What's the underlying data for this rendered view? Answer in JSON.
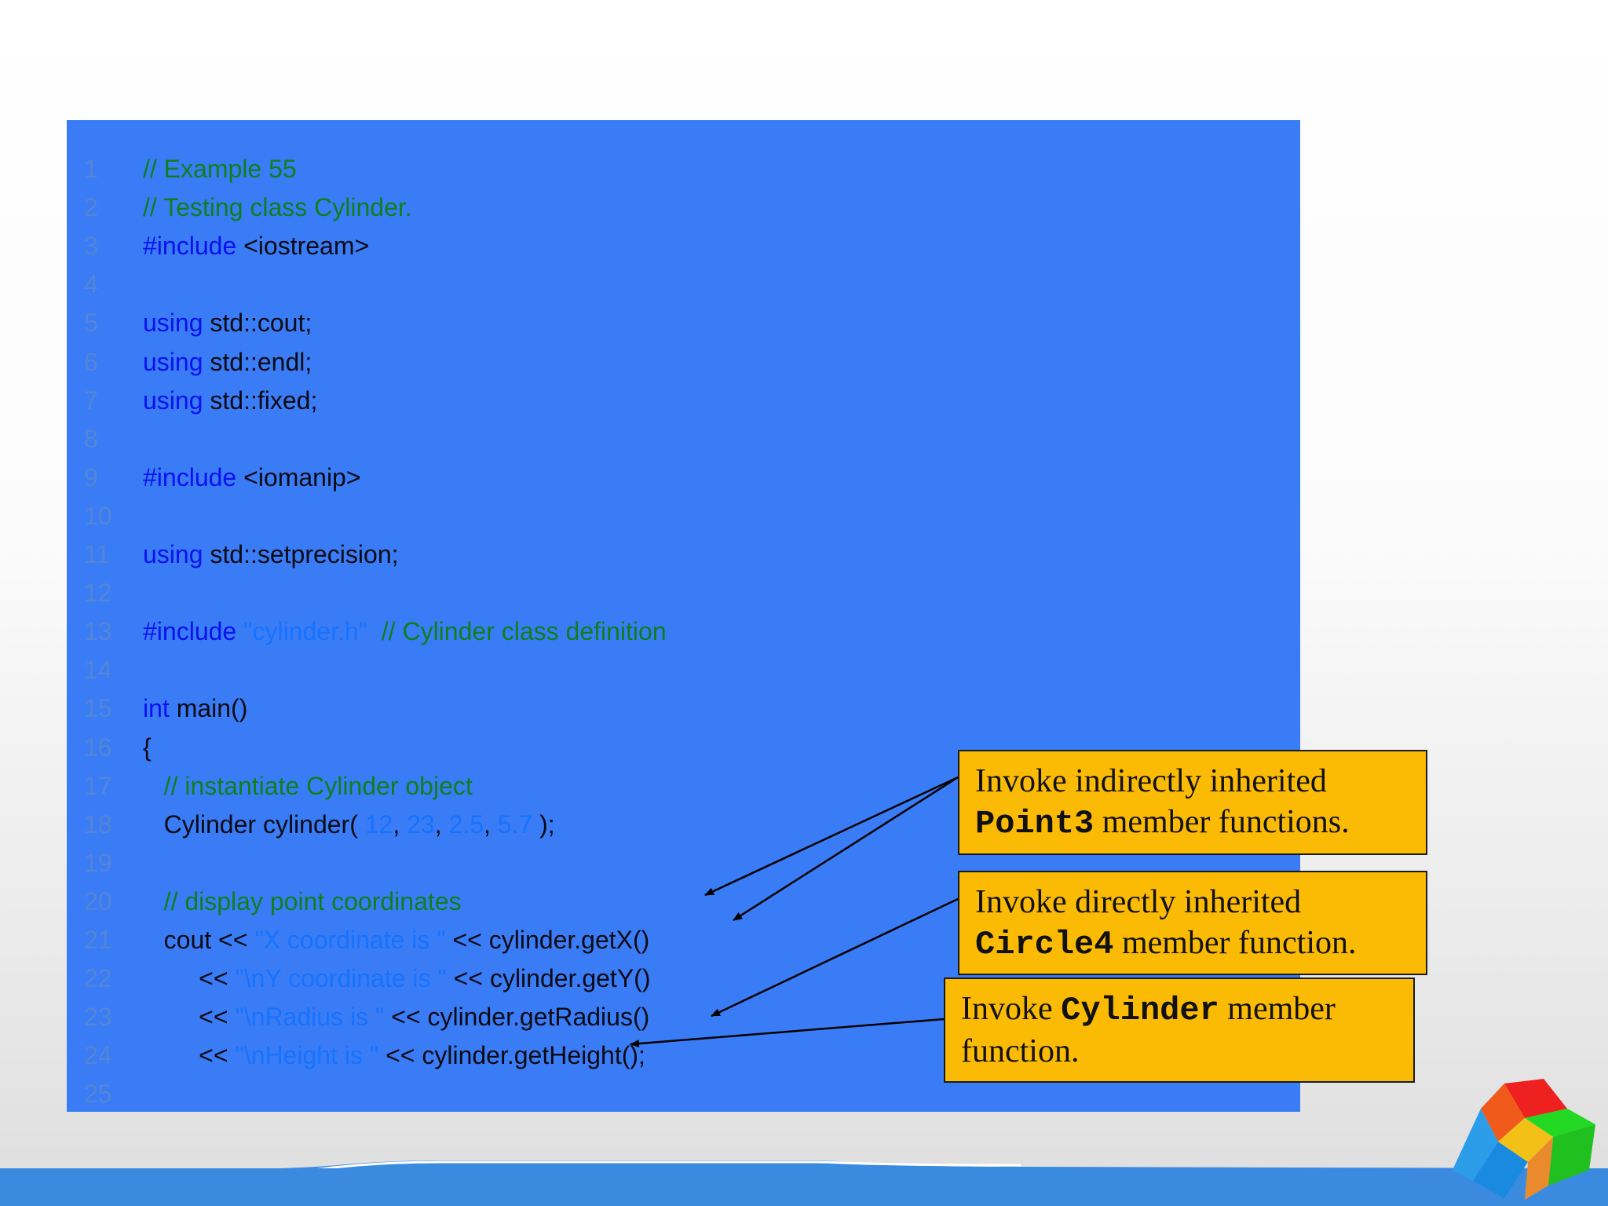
{
  "code": {
    "lines": [
      {
        "n": "1",
        "parts": [
          {
            "t": "// Example 55",
            "c": "cm"
          }
        ]
      },
      {
        "n": "2",
        "parts": [
          {
            "t": "// Testing class Cylinder.",
            "c": "cm"
          }
        ]
      },
      {
        "n": "3",
        "parts": [
          {
            "t": "#include",
            "c": "kw"
          },
          {
            "t": " <iostream>",
            "c": "tx"
          }
        ]
      },
      {
        "n": "4",
        "parts": []
      },
      {
        "n": "5",
        "parts": [
          {
            "t": "using",
            "c": "kw"
          },
          {
            "t": " std::cout;",
            "c": "tx"
          }
        ]
      },
      {
        "n": "6",
        "parts": [
          {
            "t": "using",
            "c": "kw"
          },
          {
            "t": " std::endl;",
            "c": "tx"
          }
        ]
      },
      {
        "n": "7",
        "parts": [
          {
            "t": "using",
            "c": "kw"
          },
          {
            "t": " std::fixed;",
            "c": "tx"
          }
        ]
      },
      {
        "n": "8",
        "parts": []
      },
      {
        "n": "9",
        "parts": [
          {
            "t": "#include",
            "c": "kw"
          },
          {
            "t": " <iomanip>",
            "c": "tx"
          }
        ]
      },
      {
        "n": "10",
        "parts": []
      },
      {
        "n": "11",
        "parts": [
          {
            "t": "using",
            "c": "kw"
          },
          {
            "t": " std::setprecision;",
            "c": "tx"
          }
        ]
      },
      {
        "n": "12",
        "parts": []
      },
      {
        "n": "13",
        "parts": [
          {
            "t": "#include",
            "c": "kw"
          },
          {
            "t": " \"cylinder.h\"",
            "c": "st"
          },
          {
            "t": "  // Cylinder class definition",
            "c": "cm"
          }
        ]
      },
      {
        "n": "14",
        "parts": []
      },
      {
        "n": "15",
        "parts": [
          {
            "t": "int",
            "c": "kw"
          },
          {
            "t": " main()",
            "c": "tx"
          }
        ]
      },
      {
        "n": "16",
        "parts": [
          {
            "t": "{",
            "c": "tx"
          }
        ]
      },
      {
        "n": "17",
        "parts": [
          {
            "t": "   // instantiate Cylinder object",
            "c": "cm"
          }
        ]
      },
      {
        "n": "18",
        "parts": [
          {
            "t": "   Cylinder cylinder( ",
            "c": "tx"
          },
          {
            "t": "12",
            "c": "st"
          },
          {
            "t": ", ",
            "c": "tx"
          },
          {
            "t": "23",
            "c": "st"
          },
          {
            "t": ", ",
            "c": "tx"
          },
          {
            "t": "2.5",
            "c": "st"
          },
          {
            "t": ", ",
            "c": "tx"
          },
          {
            "t": "5.7",
            "c": "st"
          },
          {
            "t": " );",
            "c": "tx"
          }
        ]
      },
      {
        "n": "19",
        "parts": []
      },
      {
        "n": "20",
        "parts": [
          {
            "t": "   // display point coordinates",
            "c": "cm"
          }
        ]
      },
      {
        "n": "21",
        "parts": [
          {
            "t": "   cout << ",
            "c": "tx"
          },
          {
            "t": "\"X coordinate is \"",
            "c": "st"
          },
          {
            "t": " << cylinder.getX()",
            "c": "tx"
          }
        ]
      },
      {
        "n": "22",
        "parts": [
          {
            "t": "        << ",
            "c": "tx"
          },
          {
            "t": "\"\\nY coordinate is \"",
            "c": "st"
          },
          {
            "t": " << cylinder.getY()",
            "c": "tx"
          }
        ]
      },
      {
        "n": "23",
        "parts": [
          {
            "t": "        << ",
            "c": "tx"
          },
          {
            "t": "\"\\nRadius is \"",
            "c": "st"
          },
          {
            "t": " << cylinder.getRadius()",
            "c": "tx"
          }
        ]
      },
      {
        "n": "24",
        "parts": [
          {
            "t": "        << ",
            "c": "tx"
          },
          {
            "t": "\"\\nHeight is \"",
            "c": "st"
          },
          {
            "t": " << cylinder.getHeight();",
            "c": "tx"
          }
        ]
      },
      {
        "n": "25",
        "parts": []
      }
    ]
  },
  "callouts": {
    "c1": {
      "pre": "Invoke indirectly inherited",
      "mono": "Point3",
      "post": " member functions."
    },
    "c2": {
      "pre": "Invoke directly inherited",
      "mono": "Circle4",
      "post": " member function."
    },
    "c3": {
      "pre": "Invoke ",
      "mono": "Cylinder",
      "post": " member",
      "line2": "function."
    }
  },
  "colors": {
    "panel": "#3a7cf5",
    "callout": "#fbbb04",
    "keyword": "#0a10f0",
    "comment": "#0d7f1f"
  }
}
